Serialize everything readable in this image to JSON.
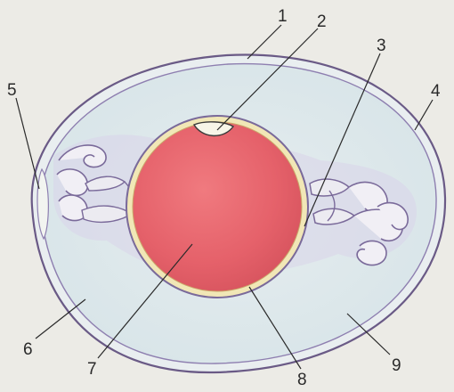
{
  "diagram": {
    "labels": {
      "l1": "1",
      "l2": "2",
      "l3": "3",
      "l4": "4",
      "l5": "5",
      "l6": "6",
      "l7": "7",
      "l8": "8",
      "l9": "9"
    },
    "colors": {
      "background": "#ecebe6",
      "shell_outline": "#6a5a86",
      "albumen": "#dfe8ea",
      "yolk": "#e7636b",
      "yolk_membrane": "#f1e7b6",
      "germinal_disc": "#f7f5e8",
      "chalaza": "#ecebf1",
      "chalaza_shadow": "#9b8ab3"
    }
  }
}
